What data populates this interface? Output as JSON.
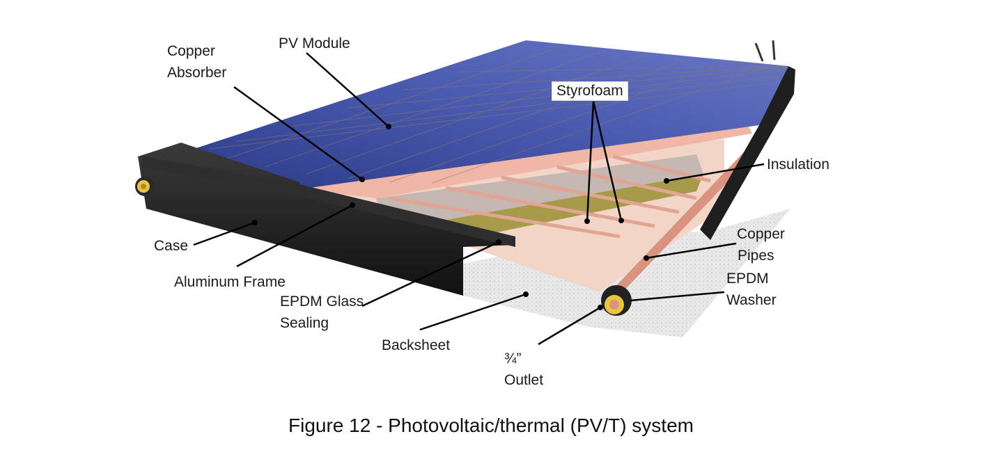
{
  "diagram": {
    "caption": "Figure 12 - Photovoltaic/thermal (PV/T) system",
    "labels": {
      "copper_absorber": [
        "Copper",
        "Absorber"
      ],
      "pv_module": "PV Module",
      "styrofoam": "Styrofoam",
      "insulation": "Insulation",
      "case": "Case",
      "aluminum_frame": "Aluminum Frame",
      "epdm_glass_sealing": [
        "EPDM Glass",
        "Sealing"
      ],
      "copper_pipes": [
        "Copper",
        "Pipes"
      ],
      "epdm_washer": [
        "EPDM",
        "Washer"
      ],
      "backsheet": "Backsheet",
      "outlet": [
        "¾”",
        "Outlet"
      ]
    },
    "colors": {
      "pv_blue": "#3b4a9e",
      "copper": "#e8b0a0",
      "case_black": "#1e1e1e",
      "insulation_olive": "#a79b4a",
      "backsheet_gray": "#e6e6e6"
    }
  }
}
